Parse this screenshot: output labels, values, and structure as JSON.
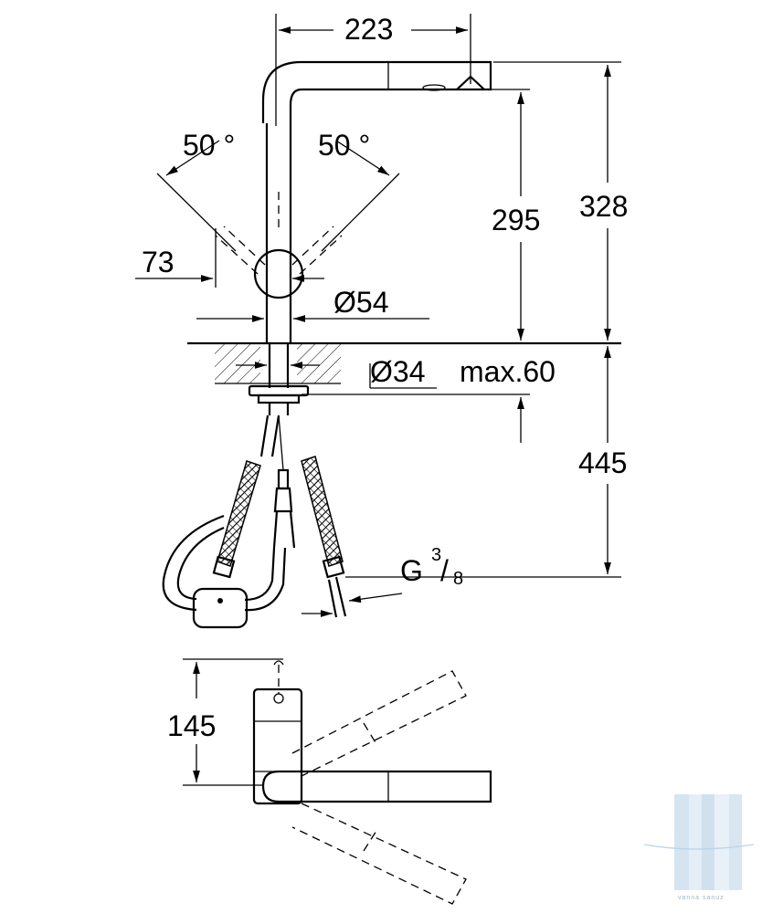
{
  "dimensions": {
    "spout_reach": "223",
    "angle_left": "50 °",
    "angle_right": "50 °",
    "offset": "73",
    "body_diameter": "Ø54",
    "spout_height": "295",
    "total_height": "328",
    "hole_diameter": "Ø34",
    "max_thickness": "max.60",
    "hose_length": "445",
    "thread": "G",
    "thread_num": "3",
    "thread_den": "8",
    "top_depth": "145"
  },
  "watermark": {
    "text": "vanna sanuz"
  },
  "colors": {
    "line": "#000000",
    "watermark": "#bcd3e6"
  }
}
